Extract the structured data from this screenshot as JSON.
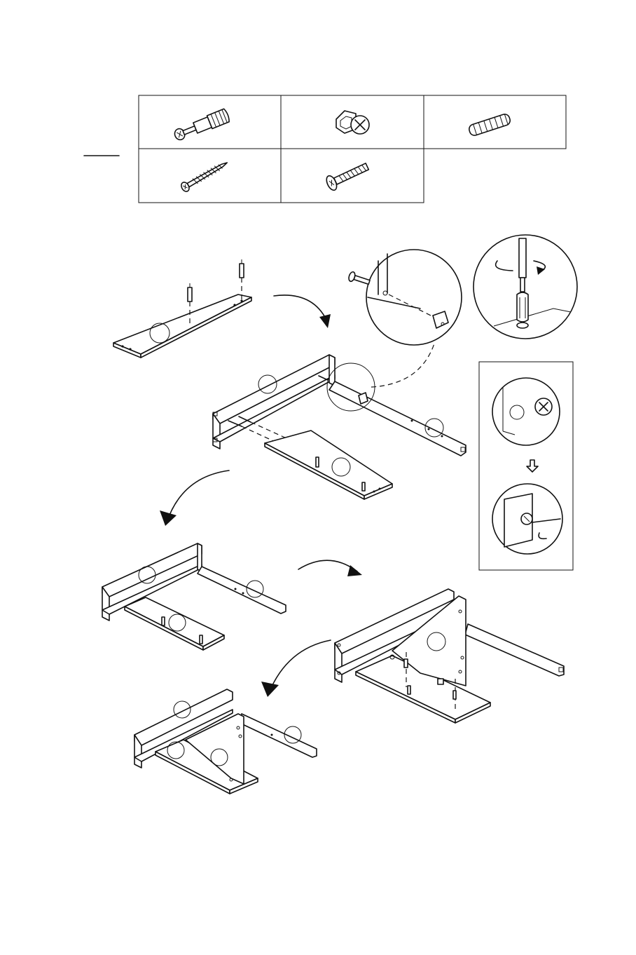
{
  "document": {
    "page_size": "908x1362",
    "type": "assembly-instruction-page",
    "hardware_table": {
      "rows": 2,
      "cells": [
        {
          "id": "cam-bolt",
          "icon": "cam-bolt-icon"
        },
        {
          "id": "cam-lock",
          "icon": "cam-lock-icon"
        },
        {
          "id": "wooden-dowel",
          "icon": "wooden-dowel-icon"
        },
        {
          "id": "wood-screw",
          "icon": "wood-screw-icon"
        },
        {
          "id": "machine-bolt",
          "icon": "machine-bolt-icon"
        }
      ]
    },
    "steps": [
      {
        "id": "step-1",
        "content": "panel-with-cam-bolts"
      },
      {
        "id": "step-2",
        "content": "frame-with-bolts-and-panel"
      },
      {
        "id": "step-3",
        "content": "frame-with-bottom-panel"
      },
      {
        "id": "step-4",
        "content": "frame-with-triangle-bracket"
      },
      {
        "id": "step-5",
        "content": "assembled-frame"
      }
    ],
    "details": [
      {
        "id": "bolt-insertion-detail",
        "icon": "magnifier-circle-icon"
      },
      {
        "id": "screwdriver-detail",
        "icon": "screwdriver-icon"
      },
      {
        "id": "cam-lock-tightening-detail",
        "icon": "cam-lock-icon"
      }
    ]
  }
}
